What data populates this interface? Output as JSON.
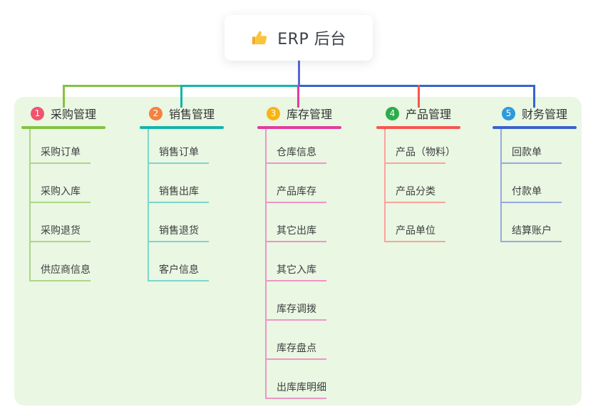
{
  "root": {
    "title": "ERP 后台",
    "icon": "thumbs-up"
  },
  "branches": [
    {
      "badge": "1",
      "label": "采购管理",
      "badge_color": "#f1536d",
      "line_color": "#84c241",
      "child_line_color": "#aed685",
      "children": [
        "采购订单",
        "采购入库",
        "采购退货",
        "供应商信息"
      ]
    },
    {
      "badge": "2",
      "label": "销售管理",
      "badge_color": "#f4823e",
      "line_color": "#14b4ab",
      "child_line_color": "#80d4cc",
      "children": [
        "销售订单",
        "销售出库",
        "销售退货",
        "客户信息"
      ]
    },
    {
      "badge": "3",
      "label": "库存管理",
      "badge_color": "#f9b414",
      "line_color": "#e23c9d",
      "child_line_color": "#f094c6",
      "children": [
        "仓库信息",
        "产品库存",
        "其它出库",
        "其它入库",
        "库存调拨",
        "库存盘点",
        "出库库明细"
      ]
    },
    {
      "badge": "4",
      "label": "产品管理",
      "badge_color": "#2bad49",
      "line_color": "#f7554e",
      "child_line_color": "#fba39d",
      "children": [
        "产品（物料）",
        "产品分类",
        "产品单位"
      ]
    },
    {
      "badge": "5",
      "label": "财务管理",
      "badge_color": "#2d9bdb",
      "line_color": "#3a62cb",
      "child_line_color": "#97a9de",
      "children": [
        "回款单",
        "付款单",
        "结算账户"
      ]
    }
  ],
  "colors": {
    "canvas_bg": "#ffffff",
    "panel_bg": "#e9f7e3",
    "root_connector": "#5568d4",
    "text": "#3b3b3b"
  }
}
